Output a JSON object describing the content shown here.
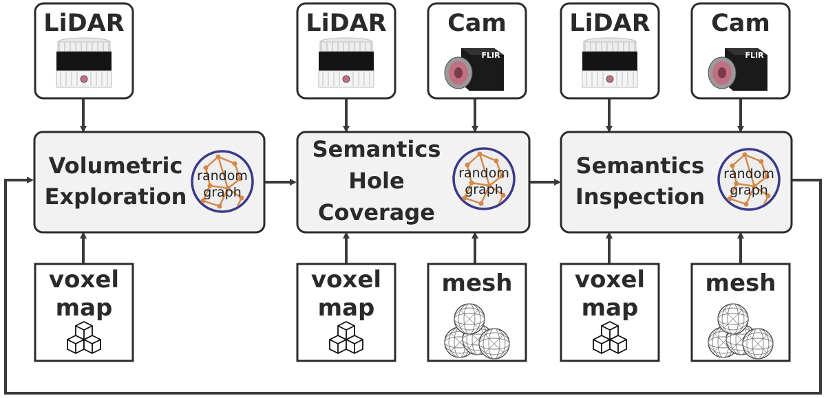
{
  "sensors": {
    "lidar_label": "LiDAR",
    "cam_label": "Cam",
    "cam_brand": "FLIR"
  },
  "modules": [
    {
      "lines": [
        "Volumetric",
        "Exploration"
      ]
    },
    {
      "lines": [
        "Semantics",
        "Hole",
        "Coverage"
      ]
    },
    {
      "lines": [
        "Semantics",
        "Inspection"
      ]
    }
  ],
  "graph_badge": {
    "lines": [
      "random",
      "graph"
    ]
  },
  "maps": {
    "voxel_lines": [
      "voxel",
      "map"
    ],
    "mesh_label": "mesh"
  },
  "colors": {
    "badge_ring": "#3a3a8a",
    "graph_edges": "#d4894a",
    "lidar_band": "#141414",
    "cam_body": "#1a1a1a",
    "lens_tint": "#c07080"
  }
}
